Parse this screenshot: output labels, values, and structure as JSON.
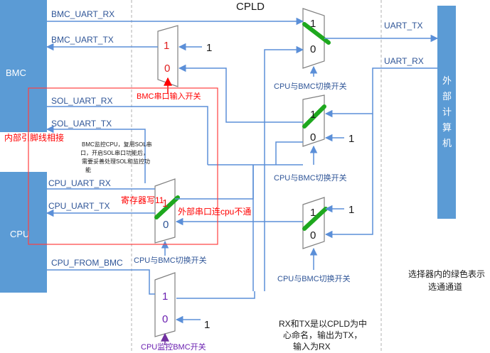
{
  "title": "CPLD",
  "blocks": {
    "bmc": "BMC",
    "cpu": "CPU",
    "ext_chars": [
      "外",
      "部",
      "计",
      "算",
      "机"
    ]
  },
  "signals": {
    "bmc_uart_rx": "BMC_UART_RX",
    "bmc_uart_tx": "BMC_UART_TX",
    "sol_uart_rx": "SOL_UART_RX",
    "sol_uart_tx": "SOL_UART_TX",
    "cpu_uart_rx": "CPU_UART_RX",
    "cpu_uart_tx": "CPU_UART_TX",
    "cpu_from_bmc": "CPU_FROM_BMC",
    "uart_tx": "UART_TX",
    "uart_rx": "UART_RX"
  },
  "mux_inputs": {
    "m1_top": "1",
    "m1_bottom": "0",
    "m2_top": "1",
    "m2_bottom": "0",
    "m3_top": "1",
    "m3_bottom": "0",
    "m4_top": "1",
    "m4_bottom": "0",
    "m5_top": "1",
    "m5_bottom": "0",
    "m6_top": "1",
    "m6_bottom": "0"
  },
  "constants": {
    "c1": "1",
    "c2": "1",
    "c3": "1",
    "c4": "1"
  },
  "captions": {
    "bmc_serial_input": "BMC串口输入开关",
    "cpu_bmc_switch_1": "CPU与BMC切换开关",
    "cpu_bmc_switch_2": "CPU与BMC切换开关",
    "cpu_bmc_switch_3": "CPU与BMC切换开关",
    "cpu_bmc_switch_4": "CPU与BMC切换开关",
    "cpu_monitor_bmc": "CPU监控BMC开关"
  },
  "annotations": {
    "internal_lead": "内部引脚线相接",
    "register_write": "寄存器写11",
    "external_serial": "外部串口连cpu不通"
  },
  "note_lines": [
    "BMC监控CPU，复用SOL串",
    "口，开启SOL串口功能后，",
    "需要妥善处理SOL和监控功",
    "能"
  ],
  "legend": {
    "line1": "选择器内的绿色表示",
    "line2": "选通通道"
  },
  "rxtx_note": {
    "line1": "RX和TX是以CPLD为中",
    "line2": "心命名，输出为TX，",
    "line3": "输入为RX"
  },
  "colors": {
    "block_blue": "#5b9bd5",
    "line_blue": "#5b8fd8",
    "selector_green": "#1ea81e",
    "annotation_red": "#ff0000",
    "monitor_purple": "#7030a0"
  }
}
